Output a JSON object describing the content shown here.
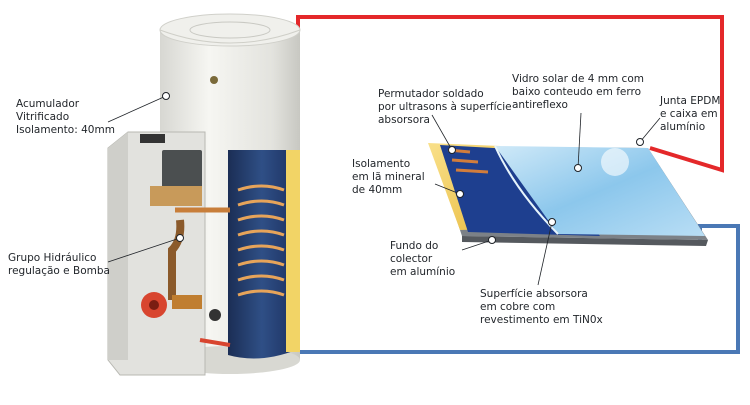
{
  "colors": {
    "hot_pipe": "#e4282a",
    "cold_pipe": "#4a78b5",
    "tank_body": "#eeeeea",
    "glass": "#9fd0ee",
    "absorber": "#1e3f8f",
    "insulation": "#f3cf52",
    "frame": "#6f7479"
  },
  "labels": {
    "acumulador": "Acumulador\nVitrificado\nIsolamento: 40mm",
    "grupo": "Grupo Hidráulico\nregulação e Bomba",
    "permutador": "Permutador soldado\npor ultrasons à superfície\nabsorsora",
    "vidro": "Vidro solar de 4 mm com\nbaixo conteudo em ferro\nantireflexo",
    "junta": "Junta EPDM\ne caixa em\nalumínio",
    "isolamento": "Isolamento\nem lã mineral\nde 40mm",
    "fundo": "Fundo do\ncolector\nem alumínio",
    "superficie": "Superfície absorsora\nem cobre com\nrevestimento em TiN0x"
  }
}
